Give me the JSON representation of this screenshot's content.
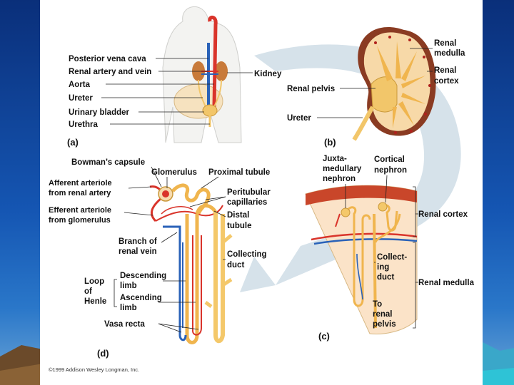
{
  "panels": {
    "a": {
      "letter": "(a)",
      "labels": [
        "Posterior vena cava",
        "Renal artery and vein",
        "Aorta",
        "Ureter",
        "Urinary bladder",
        "Urethra"
      ],
      "kidney": "Kidney"
    },
    "b": {
      "letter": "(b)",
      "renal_medulla": [
        "Renal",
        "medulla"
      ],
      "renal_cortex": [
        "Renal",
        "cortex"
      ],
      "renal_pelvis": "Renal pelvis",
      "ureter": "Ureter"
    },
    "c": {
      "letter": "(c)",
      "juxta": [
        "Juxta-",
        "medullary",
        "nephron"
      ],
      "cortical": [
        "Cortical",
        "nephron"
      ],
      "renal_cortex": "Renal cortex",
      "collecting": [
        "Collect-",
        "ing",
        "duct"
      ],
      "to_pelvis": [
        "To",
        "renal",
        "pelvis"
      ],
      "renal_medulla": "Renal medulla"
    },
    "d": {
      "letter": "(d)",
      "bowmans": "Bowman’s capsule",
      "glomerulus": "Glomerulus",
      "proximal": "Proximal tubule",
      "afferent": [
        "Afferent arteriole",
        "from renal artery"
      ],
      "peritubular": [
        "Peritubular",
        "capillaries"
      ],
      "efferent": [
        "Efferent arteriole",
        "from glomerulus"
      ],
      "distal": [
        "Distal",
        "tubule"
      ],
      "branch": [
        "Branch of",
        "renal vein"
      ],
      "collecting": [
        "Collecting",
        "duct"
      ],
      "loop": [
        "Loop",
        "of",
        "Henle"
      ],
      "descending": [
        "Descending",
        "limb"
      ],
      "ascending": [
        "Ascending",
        "limb"
      ],
      "vasa": "Vasa recta"
    }
  },
  "copyright": "©1999 Addison Wesley Longman, Inc.",
  "colors": {
    "background_top": "#0a2f7a",
    "background_bottom": "#2a77c9",
    "artery": "#d9342b",
    "vein": "#2a62b8",
    "tubule": "#f4c86a",
    "cortex_fill": "#fbe3c8",
    "arrow": "#d6e2ea"
  }
}
